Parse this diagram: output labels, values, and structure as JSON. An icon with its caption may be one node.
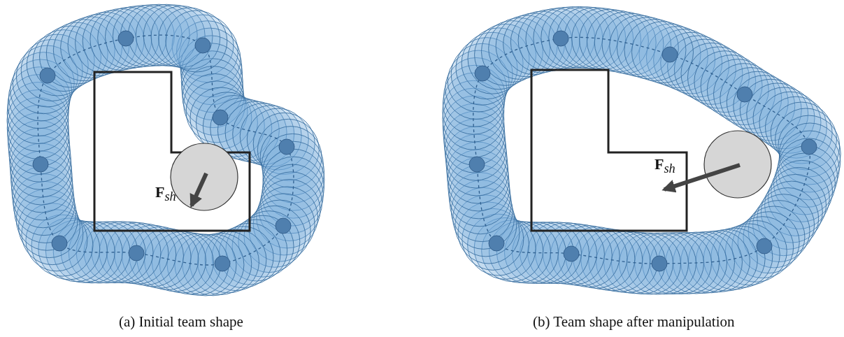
{
  "diagram": {
    "labels": [
      "**F**$_{sh}$",
      "**F**$_{sh}$",
      "(a) Initial team shape",
      "(b) Team shape after manipulation"
    ]
  }
}
